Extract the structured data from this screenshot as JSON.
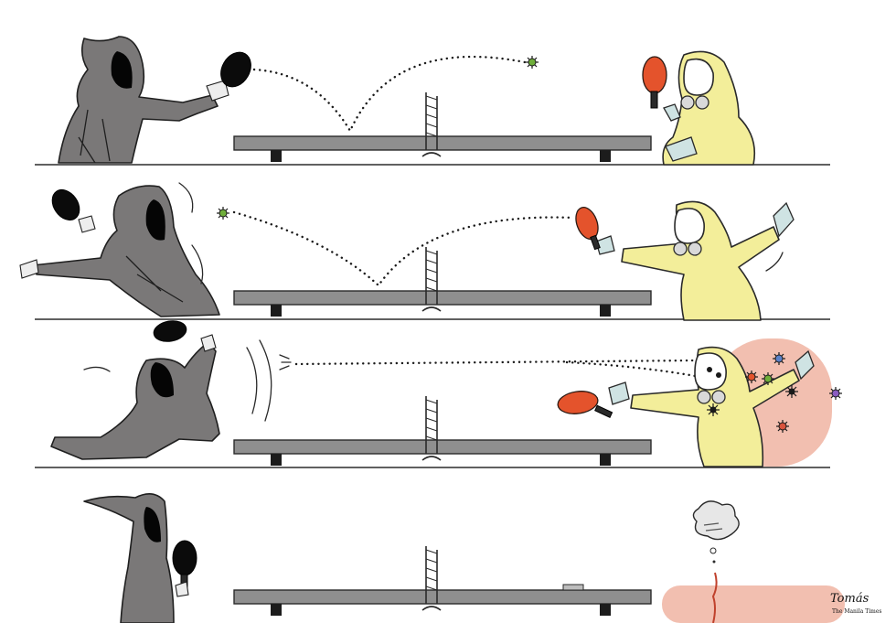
{
  "artwork": {
    "panels": [
      {
        "id": "serve"
      },
      {
        "id": "return"
      },
      {
        "id": "smash"
      },
      {
        "id": "aftermath"
      }
    ],
    "signature": "Tomás",
    "publication": "The Manila Times",
    "colors": {
      "cloak": "#7a7878",
      "suit": "#f3ee9a",
      "paddle_red": "#e4532c",
      "paddle_black": "#0b0b0b",
      "table": "#8f8f8f",
      "spray": "#e88b6f",
      "virus_green": "#6fae3a",
      "virus_blue": "#5b82c9",
      "virus_red": "#d9533c",
      "virus_purple": "#8a5cc0"
    }
  }
}
